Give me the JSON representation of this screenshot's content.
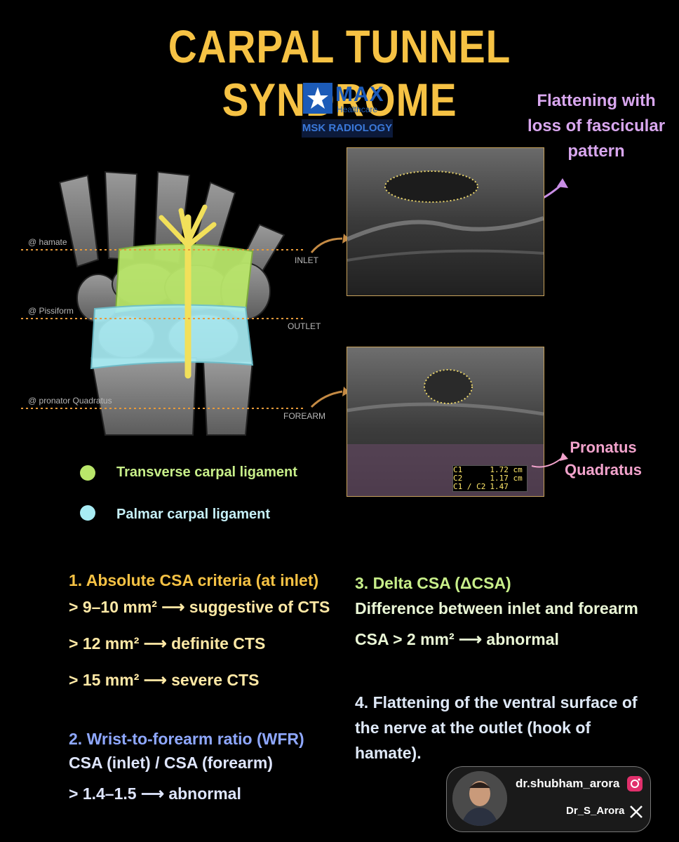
{
  "title": "CARPAL TUNNEL SYNDROME",
  "logo": {
    "brand": "MAX",
    "sub": "Healthcare",
    "dept": "MSK RADIOLOGY"
  },
  "annotations": {
    "top_note": [
      "Flattening with",
      "loss of fascicular",
      "pattern"
    ],
    "bottom_note": [
      "Pronatus",
      "Quadratus"
    ]
  },
  "diagram_labels": {
    "hamate": "@ hamate",
    "pissiform": "@ Pissiform",
    "pronator": "@ pronator Quadratus",
    "inlet": "INLET",
    "outlet": "OUTLET",
    "forearm": "FOREARM"
  },
  "measurements": [
    {
      "label": "C1",
      "value": "1.72 cm"
    },
    {
      "label": "C2",
      "value": "1.17 cm"
    },
    {
      "label": "C1 / C2",
      "value": "1.47"
    }
  ],
  "legend": [
    {
      "label": "Transverse carpal ligament",
      "color": "#b9e66a"
    },
    {
      "label": "Palmar carpal ligament",
      "color": "#a8ecf4"
    }
  ],
  "criteria": {
    "c1_heading": "1. Absolute CSA criteria (at inlet)",
    "c1_lines": [
      "> 9–10 mm² ⟶ suggestive of CTS",
      "> 12 mm² ⟶ definite CTS",
      "> 15 mm² ⟶ severe CTS"
    ],
    "c2_heading": "2. Wrist-to-forearm ratio (WFR)",
    "c2_lines": [
      "CSA (inlet) / CSA (forearm)",
      "> 1.4–1.5 ⟶ abnormal"
    ],
    "c3_heading": "3. Delta CSA (ΔCSA)",
    "c3_lines": [
      "Difference between inlet and forearm",
      "CSA > 2 mm² ⟶ abnormal"
    ],
    "c4_lines": [
      "4. Flattening of the ventral surface of",
      "the nerve at the outlet (hook of",
      "hamate)."
    ]
  },
  "profile": {
    "instagram": "dr.shubham_arora",
    "x": "Dr_S_Arora"
  },
  "colors": {
    "title": "#f6c244",
    "c1": "#f6c244",
    "c2": "#8fa8ff",
    "c3": "#c8ef8a"
  }
}
